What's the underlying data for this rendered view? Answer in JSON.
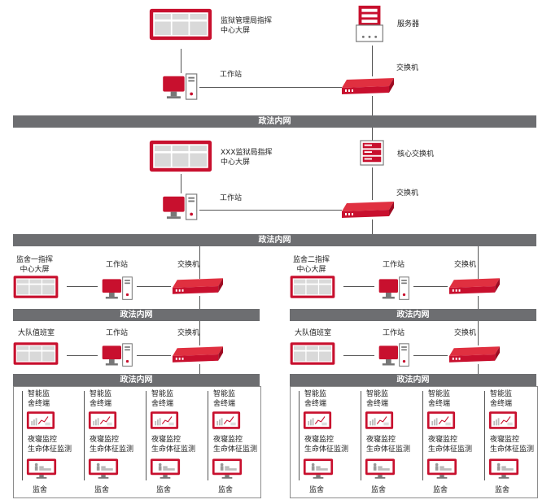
{
  "top": {
    "screen_label": [
      "监狱管理局指挥",
      "中心大屏"
    ],
    "server_label": "服务器",
    "workstation_label": "工作站",
    "switch_label": "交换机"
  },
  "net_label": "政法内网",
  "mid": {
    "screen_label": [
      "XXX监狱局指挥",
      "中心大屏"
    ],
    "core_switch_label": "核心交换机",
    "workstation_label": "工作站",
    "switch_label": "交换机"
  },
  "branches": [
    {
      "screen_label": [
        "监舍一指挥",
        "中心大屏"
      ],
      "workstation_label": "工作站",
      "switch_label": "交换机",
      "duty_label": "大队值班室",
      "duty_ws_label": "工作站",
      "duty_switch_label": "交换机",
      "terminal_label": [
        "智能监",
        "舍终端"
      ],
      "vital_label": [
        "夜寝监控",
        "生命体征监测"
      ],
      "cell_label": "监舍"
    },
    {
      "screen_label": [
        "监舍二指挥",
        "中心大屏"
      ],
      "workstation_label": "工作站",
      "switch_label": "交换机",
      "duty_label": "大队值班室",
      "duty_ws_label": "工作站",
      "duty_switch_label": "交换机",
      "terminal_label": [
        "智能监",
        "舍终端"
      ],
      "vital_label": [
        "夜寝监控",
        "生命体征监测"
      ],
      "cell_label": "监舍"
    }
  ],
  "colors": {
    "accent": "#c8102e",
    "band": "#6d6e71",
    "line": "#555555"
  }
}
